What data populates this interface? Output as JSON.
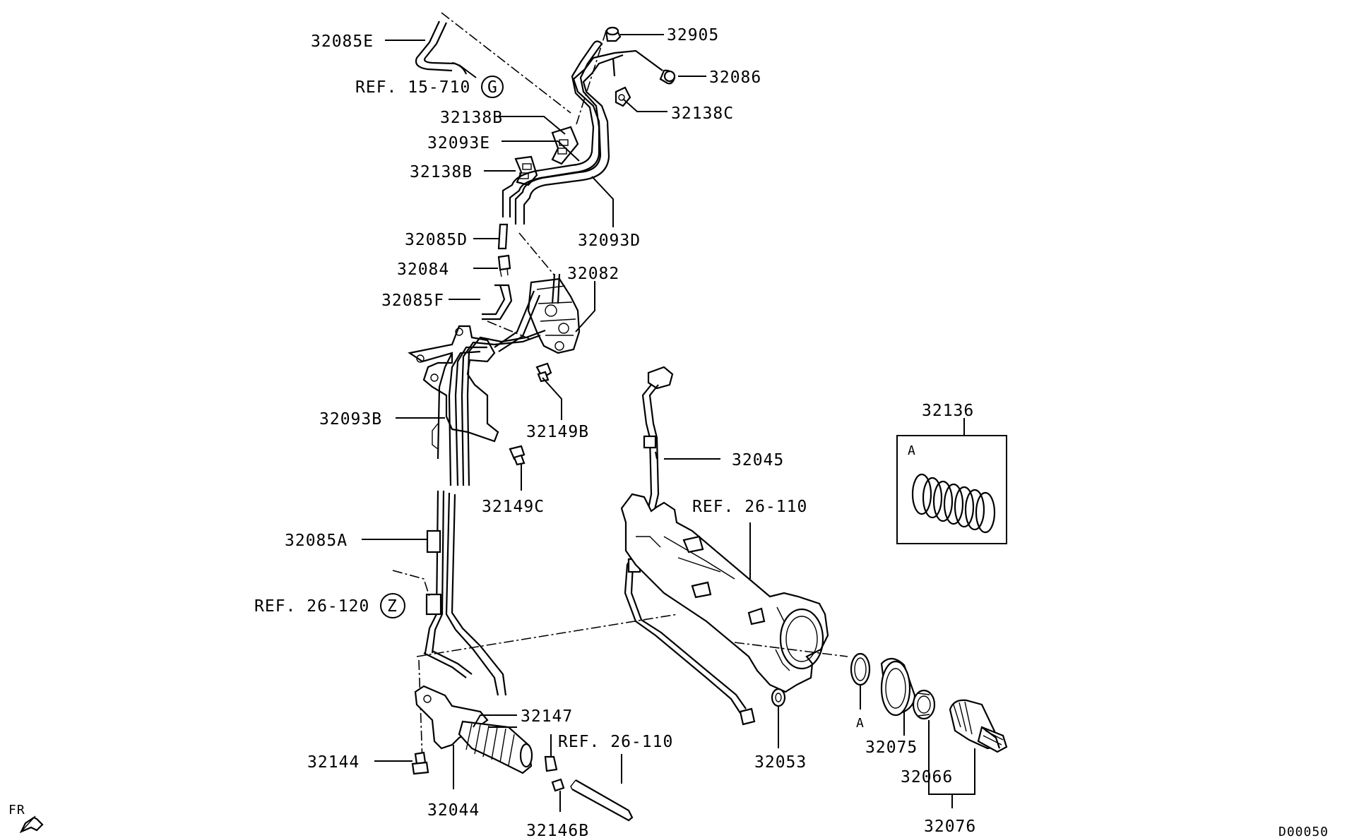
{
  "diagram_id": "D00050",
  "direction_label": "FR",
  "parts": {
    "p32085E": "32085E",
    "p32905": "32905",
    "p32086": "32086",
    "p32138C": "32138C",
    "p32138B_1": "32138B",
    "p32093E": "32093E",
    "p32138B_2": "32138B",
    "p32085D": "32085D",
    "p32093D": "32093D",
    "p32084": "32084",
    "p32082": "32082",
    "p32085F": "32085F",
    "p32093B": "32093B",
    "p32149B": "32149B",
    "p32045": "32045",
    "p32136": "32136",
    "p32149C": "32149C",
    "p32085A": "32085A",
    "p32147": "32147",
    "p32144": "32144",
    "p32044": "32044",
    "p32146B": "32146B",
    "p32053": "32053",
    "p32075": "32075",
    "p32066": "32066",
    "p32076": "32076"
  },
  "references": {
    "ref_15_710": "REF. 15-710",
    "ref_26_120": "REF. 26-120",
    "ref_26_110_a": "REF. 26-110",
    "ref_26_110_b": "REF. 26-110"
  },
  "circle_marks": {
    "g": "G",
    "z": "Z"
  },
  "kit_mark": "A",
  "seal_mark": "A"
}
